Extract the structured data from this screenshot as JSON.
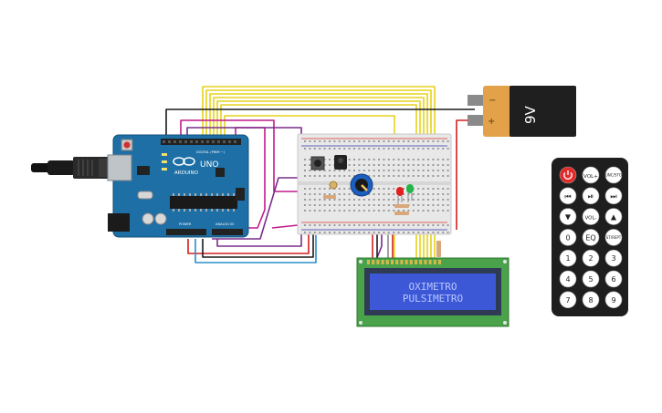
{
  "arduino": {
    "brand": "ARDUINO",
    "model": "UNO",
    "digital_label": "DIGITAL (PWM ~)",
    "power_label": "POWER",
    "analog_label": "ANALOG IN"
  },
  "battery": {
    "voltage": "9V",
    "minus": "−",
    "plus": "+"
  },
  "lcd": {
    "line1": "OXIMETRO",
    "line2": "PULSIMETRO",
    "bezel_color": "#2f3a55",
    "screen_color": "#3c58d6",
    "text_color": "#b9c6ff"
  },
  "remote": {
    "buttons": [
      "",
      "VOL+",
      "FUNC/STOP",
      "⏮",
      "⏯",
      "⏭",
      "▼",
      "VOL-",
      "▲",
      "0",
      "EQ",
      "ST/REPT",
      "1",
      "2",
      "3",
      "4",
      "5",
      "6",
      "7",
      "8",
      "9"
    ]
  },
  "colors": {
    "wire_yellow": "#e6d21a",
    "wire_magenta": "#c21a8a",
    "wire_purple": "#7a2d8c",
    "wire_red": "#d41f1f",
    "wire_blue": "#2a8ec9",
    "wire_black": "#1a1a1a",
    "wire_gray": "#8a8a8a",
    "board_blue": "#1d6fa5",
    "breadboard": "#e8e8e8",
    "led_red": "#e02020",
    "led_green": "#26b54a",
    "battery_orange": "#e3a24a"
  }
}
